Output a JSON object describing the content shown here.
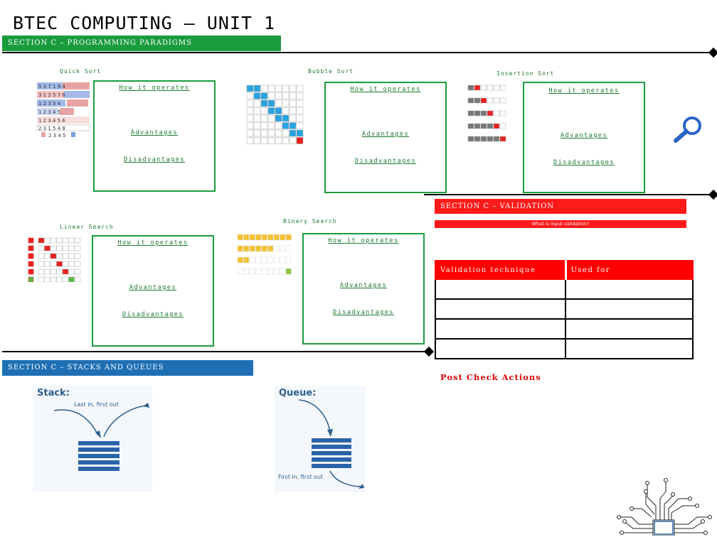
{
  "header": {
    "title": "BTEC COMPUTING – UNIT 1"
  },
  "sections": {
    "paradigms": "SECTION C – PROGRAMMING PARADIGMS",
    "validation": "SECTION C – VALIDATION",
    "stacks": "SECTION C – STACKS AND QUEUES"
  },
  "algorithms": [
    {
      "label": "Quick Sort"
    },
    {
      "label": "Bubble Sort"
    },
    {
      "label": "Insertion Sort"
    },
    {
      "label": "Linear Search"
    },
    {
      "label": "Binary Search"
    }
  ],
  "box_links": {
    "operates": "How it operates",
    "advantages": "Advantages",
    "disadvantages": "Disadvantages"
  },
  "validation": {
    "question": "What is input validation?",
    "col1": "Validation technique",
    "col2": "Used for",
    "post_check": "Post Check Actions"
  },
  "stack": {
    "title": "Stack:",
    "caption": "Last in, first out"
  },
  "queue": {
    "title": "Queue:",
    "caption": "First in, first out"
  },
  "colors": {
    "green": "#1a9c3e",
    "red": "#ff1a1a",
    "blue": "#1e6fb4"
  },
  "icons": [
    "magnifier-icon",
    "circuit-chip-icon"
  ]
}
